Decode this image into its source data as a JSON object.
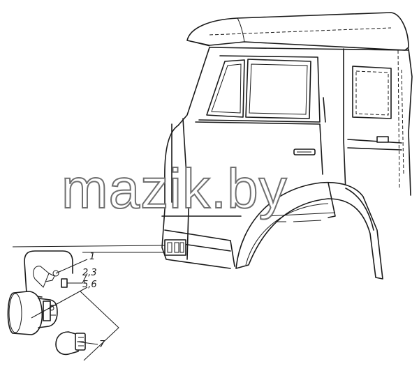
{
  "watermark": {
    "text": "mazik.by"
  },
  "callouts": [
    {
      "id": "c1",
      "label": "1"
    },
    {
      "id": "c23",
      "label": "2,3"
    },
    {
      "id": "c56",
      "label": "5,6"
    },
    {
      "id": "c7",
      "label": "7"
    }
  ],
  "colors": {
    "ink": "#1a1a1a",
    "background": "#ffffff",
    "watermark_outline": "#6f6f6f"
  }
}
